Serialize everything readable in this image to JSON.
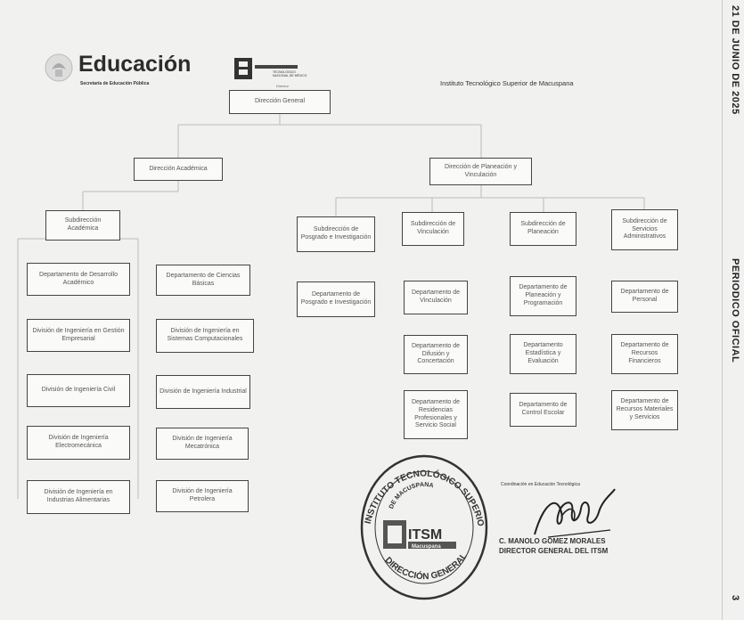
{
  "header": {
    "brand": "Educación",
    "brand_sub": "Secretaría de Educación Pública",
    "tecnm_sub": "TECNOLÓGICO NACIONAL DE MÉXICO",
    "institute": "Instituto Tecnológico Superior de Macuspana"
  },
  "side": {
    "date": "21 DE JUNIO DE 2025",
    "publication": "PERIODICO OFICIAL",
    "page": "3"
  },
  "org": {
    "top_label": "Director",
    "direccion_general": "Dirección General",
    "direccion_academica": "Dirección Académica",
    "direccion_planeacion": "Dirección de Planeación y Vinculación",
    "sub_academica": "Subdirección Académica",
    "sub_posgrado": "Subdirección de Posgrado e Investigación",
    "sub_vinculacion": "Subdirección de Vinculación",
    "sub_planeacion": "Subdirección de Planeación",
    "sub_servicios": "Subdirección de Servicios Administrativos",
    "dep_desarrollo": "Departamento de Desarrollo Académico",
    "dep_ciencias": "Departamento de Ciencias Básicas",
    "div_gestion": "División de Ingeniería en Gestión Empresarial",
    "div_sistemas": "División de Ingeniería en Sistemas Computacionales",
    "div_civil": "División de Ingeniería Civil",
    "div_industrial": "División de Ingeniería Industrial",
    "div_electromecanica": "División de Ingeniería Electromecánica",
    "div_mecatronica": "División de Ingeniería Mecatrónica",
    "div_alimentarias": "División de Ingeniería en Industrias Alimentarias",
    "div_petrolera": "División de Ingeniería Petrolera",
    "dep_posgrado": "Departamento de Posgrado e Investigación",
    "dep_vinculacion": "Departamento de Vinculación",
    "dep_difusion": "Departamento de Difusión y Concertación",
    "dep_residencias": "Departamento de Residencias Profesionales y Servicio Social",
    "dep_planeacion": "Departamento de Planeación y Programación",
    "dep_estadistica": "Departamento Estadística y Evaluación",
    "dep_control": "Departamento de Control Escolar",
    "dep_personal": "Departamento de Personal",
    "dep_financieros": "Departamento de Recursos Financieros",
    "dep_materiales": "Departamento de Recursos Materiales y Servicios"
  },
  "signature": {
    "caption": "Coordinación en Educación Tecnológica",
    "name": "C. MANOLO GÓMEZ MORALES",
    "title": "DIRECTOR GENERAL DEL ITSM"
  },
  "seal": {
    "ring_top": "INSTITUTO TECNOLÓGICO SUPERIOR",
    "ring_mid": "DE MACUSPANA",
    "ring_bottom": "DIRECCIÓN GENERAL",
    "logo": "ITSM",
    "logo_sub": "Macuspana"
  }
}
